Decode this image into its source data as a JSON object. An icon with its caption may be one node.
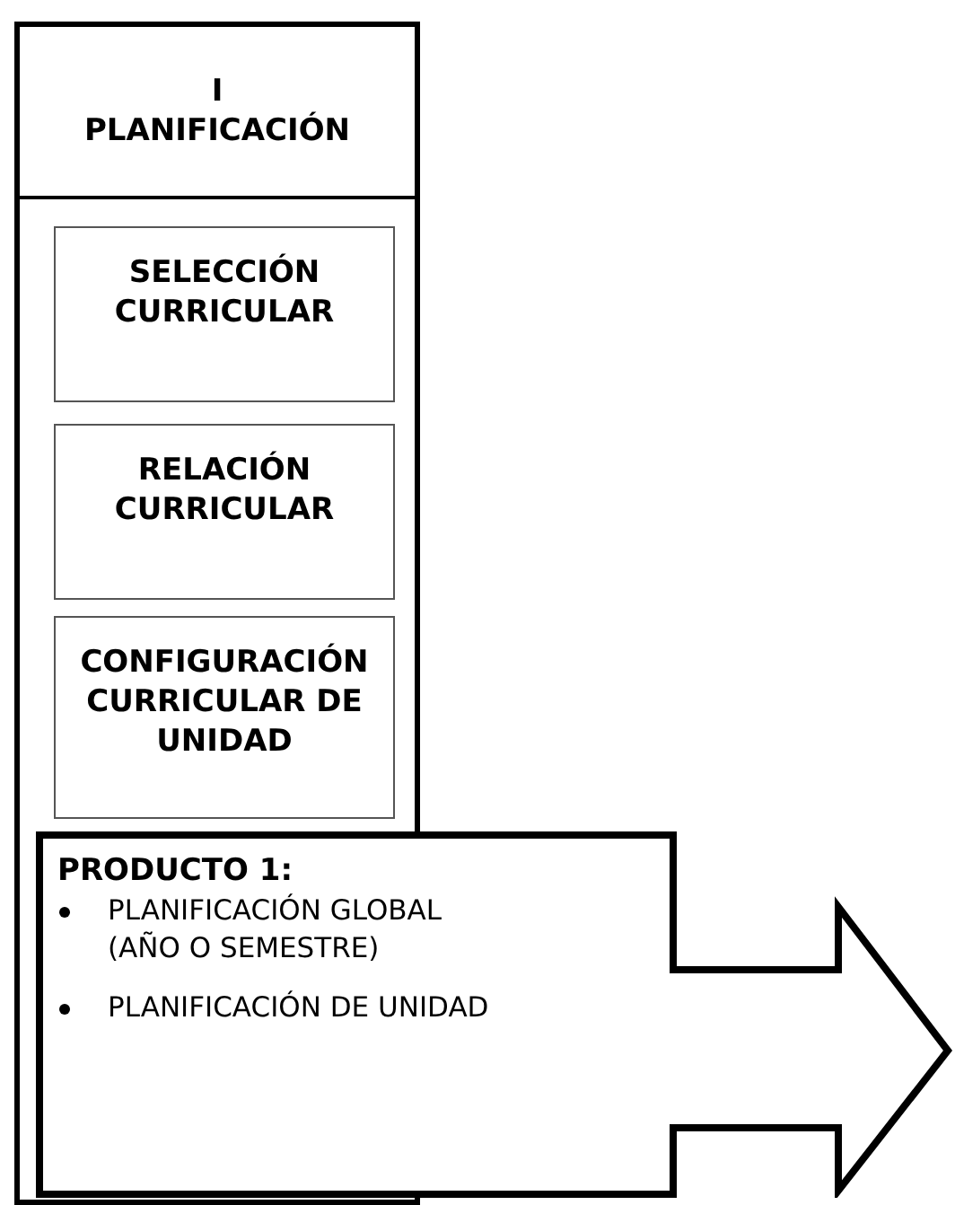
{
  "diagram": {
    "nodes": [
      {
        "text": [
          "I PLANIFICACIÓN"
        ]
      },
      {
        "text": [
          "SELECCIÓN CURRICULAR"
        ],
        "in": 0
      },
      {
        "text": [
          "RELACIÓN CURRICULAR"
        ],
        "in": 0
      },
      {
        "text": [
          "CONFIGURACIÓN CURRICULAR DE UNIDAD"
        ],
        "in": 0
      },
      {
        "text": [
          "PRODUCTO 1:",
          "PLANIFICACIÓN GLOBAL (AÑO O SEMESTRE)",
          "PLANIFICACIÓN DE UNIDAD"
        ]
      }
    ]
  }
}
